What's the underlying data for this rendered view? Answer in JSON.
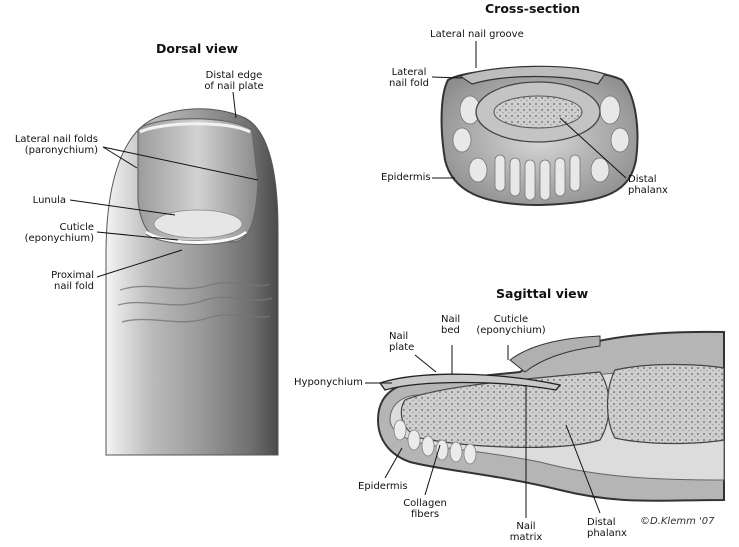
{
  "headings": {
    "dorsal": "Dorsal view",
    "cross": "Cross-section",
    "sagittal": "Sagittal view"
  },
  "dorsal_labels": {
    "distal_edge": "Distal edge\nof nail plate",
    "lateral_folds": "Lateral nail folds\n(paronychium)",
    "lunula": "Lunula",
    "cuticle": "Cuticle\n(eponychium)",
    "proximal_fold": "Proximal\nnail fold"
  },
  "cross_labels": {
    "lateral_groove": "Lateral nail groove",
    "lateral_fold": "Lateral\nnail fold",
    "epidermis": "Epidermis",
    "distal_phalanx": "Distal\nphalanx"
  },
  "sagittal_labels": {
    "nail_plate": "Nail\nplate",
    "nail_bed": "Nail\nbed",
    "cuticle": "Cuticle\n(eponychium)",
    "hyponychium": "Hyponychium",
    "epidermis": "Epidermis",
    "collagen": "Collagen\nfibers",
    "nail_matrix": "Nail\nmatrix",
    "distal_phalanx": "Distal\nphalanx"
  },
  "signature": "©D.Klemm '07"
}
